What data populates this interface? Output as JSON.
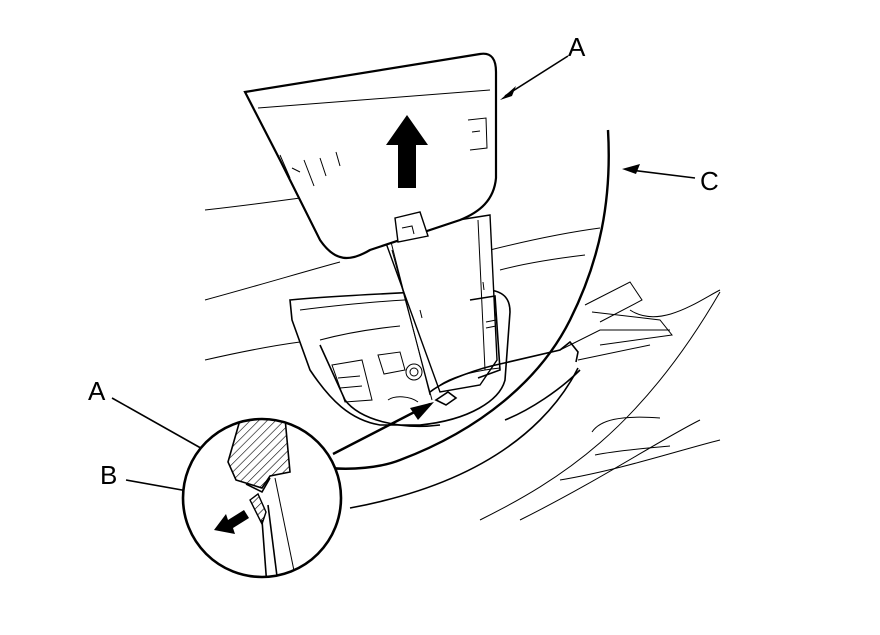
{
  "callouts": {
    "a_top": "A",
    "c_right": "C",
    "a_detail": "A",
    "b_detail": "B"
  },
  "arrow_direction": "up"
}
